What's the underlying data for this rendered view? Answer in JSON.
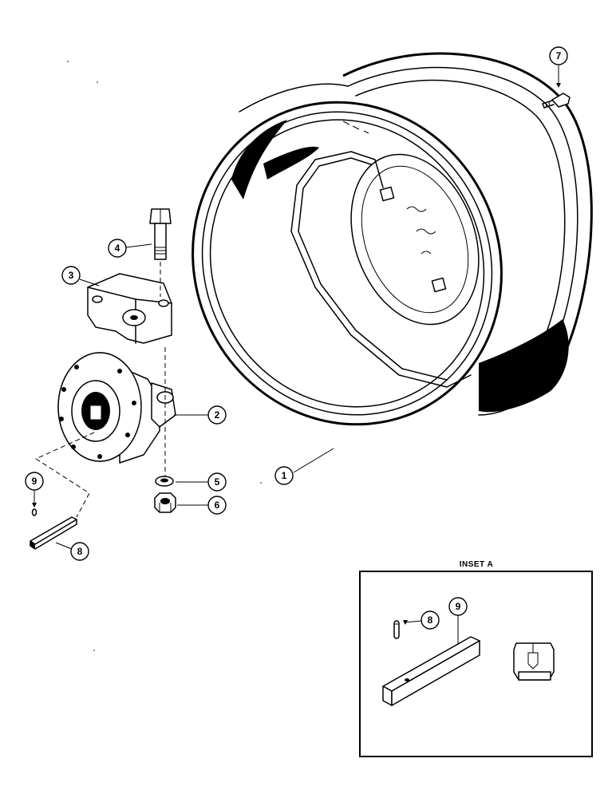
{
  "callouts": {
    "c1": "1",
    "c2": "2",
    "c3": "3",
    "c4": "4",
    "c5": "5",
    "c6": "6",
    "c7": "7",
    "c8": "8",
    "c9": "9"
  },
  "inset": {
    "title": "INSET A",
    "c8": "8",
    "c9": "9"
  },
  "ink_color": "#000000",
  "paper_color": "#ffffff"
}
